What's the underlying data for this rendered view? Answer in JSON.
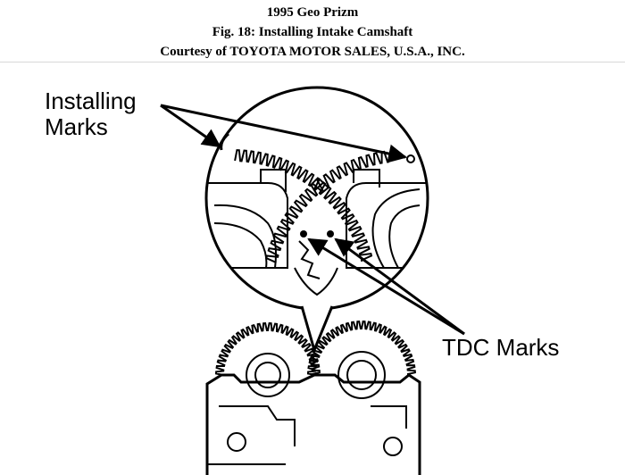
{
  "header": {
    "line1": "1995 Geo Prizm",
    "line2": "Fig. 18: Installing Intake Camshaft",
    "line3": "Courtesy of TOYOTA MOTOR SALES, U.S.A., INC."
  },
  "diagram": {
    "label_installing_line1": "Installing",
    "label_installing_line2": "Marks",
    "label_tdc": "TDC Marks"
  }
}
